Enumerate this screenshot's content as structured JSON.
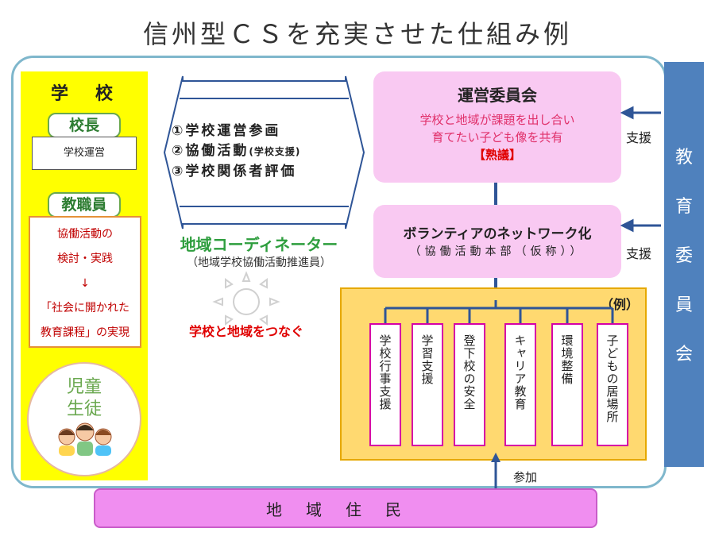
{
  "title": "信州型ＣＳを充実させた仕組み例",
  "school": {
    "title": "学　校",
    "principal_label": "校長",
    "principal_role": "学校運営",
    "staff_label": "教職員",
    "staff_lines": [
      "協働活動の",
      "検討・実践",
      "↓",
      "「社会に開かれた",
      "教育課程」の実現"
    ],
    "students_lines": [
      "児童",
      "生徒"
    ]
  },
  "activities": [
    "①学校運営参画",
    "②協働活動",
    "(学校支援)",
    "③学校関係者評価"
  ],
  "coordinator": {
    "title": "地域コーディネーター",
    "subtitle": "（地域学校協働活動推進員）",
    "tagline": "学校と地域をつなぐ"
  },
  "committee": {
    "title": "運営委員会",
    "lines": [
      "学校と地域が課題を出し合い",
      "育てたい子ども像を共有"
    ],
    "highlight": "【熟議】"
  },
  "network": {
    "title": "ボランティアのネットワーク化",
    "subtitle": "（協働活動本部（仮称））"
  },
  "examples": {
    "label": "（例）",
    "items": [
      "学校行事支援",
      "学習支援",
      "登下校の安全",
      "キャリア教育",
      "環境整備",
      "子どもの居場所"
    ]
  },
  "support_label": "支援",
  "board_label": [
    "教",
    "育",
    "委",
    "員",
    "会"
  ],
  "participation_label": "参加",
  "residents_label": "地域住民",
  "colors": {
    "frame": "#7fb7cc",
    "school_bg": "#ffff00",
    "pink_box": "#f9c9f2",
    "board": "#4f81bd",
    "residents": "#f08ef0",
    "examples_bg": "#ffd970",
    "coordinator_text": "#2e9e3e",
    "accent_red": "#e00000"
  }
}
